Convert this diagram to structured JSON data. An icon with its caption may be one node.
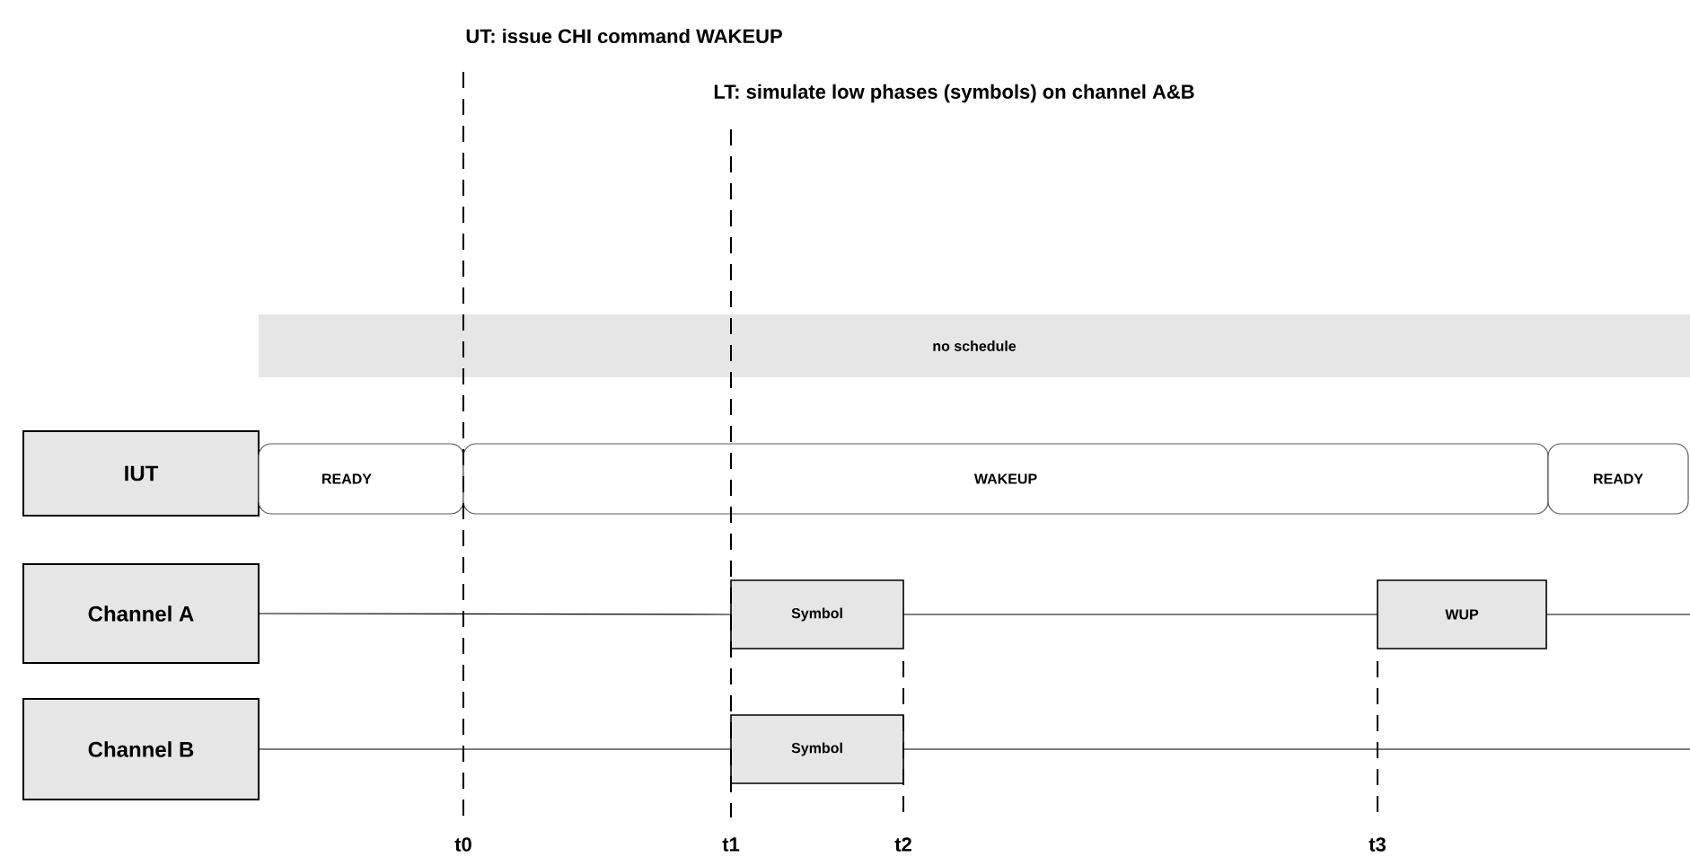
{
  "diagram": {
    "nodes": [
      {
        "text": [
          "no schedule"
        ]
      },
      {
        "text": [
          "IUT"
        ]
      },
      {
        "text": [
          "READY"
        ]
      },
      {
        "text": [
          "WAKEUP"
        ]
      },
      {
        "text": [
          "READY"
        ]
      },
      {
        "text": [
          "Channel A"
        ]
      },
      {
        "text": [
          "Symbol"
        ]
      },
      {
        "text": [
          "WUP"
        ]
      },
      {
        "text": [
          "Channel B"
        ]
      },
      {
        "text": [
          "Symbol"
        ]
      }
    ],
    "edges": [
      {
        "from": 5,
        "to": 6,
        "arrow": "none"
      },
      {
        "from": 6,
        "to": 7,
        "arrow": "none"
      },
      {
        "from": 7,
        "to": null,
        "arrow": "none"
      },
      {
        "from": 8,
        "to": 9,
        "arrow": "none"
      },
      {
        "from": 9,
        "to": null,
        "arrow": "none"
      }
    ],
    "labels": [
      "UT: issue CHI command WAKEUP",
      "LT: simulate low phases (symbols) on channel A&B",
      "t0",
      "t1",
      "t2",
      "t3"
    ]
  }
}
